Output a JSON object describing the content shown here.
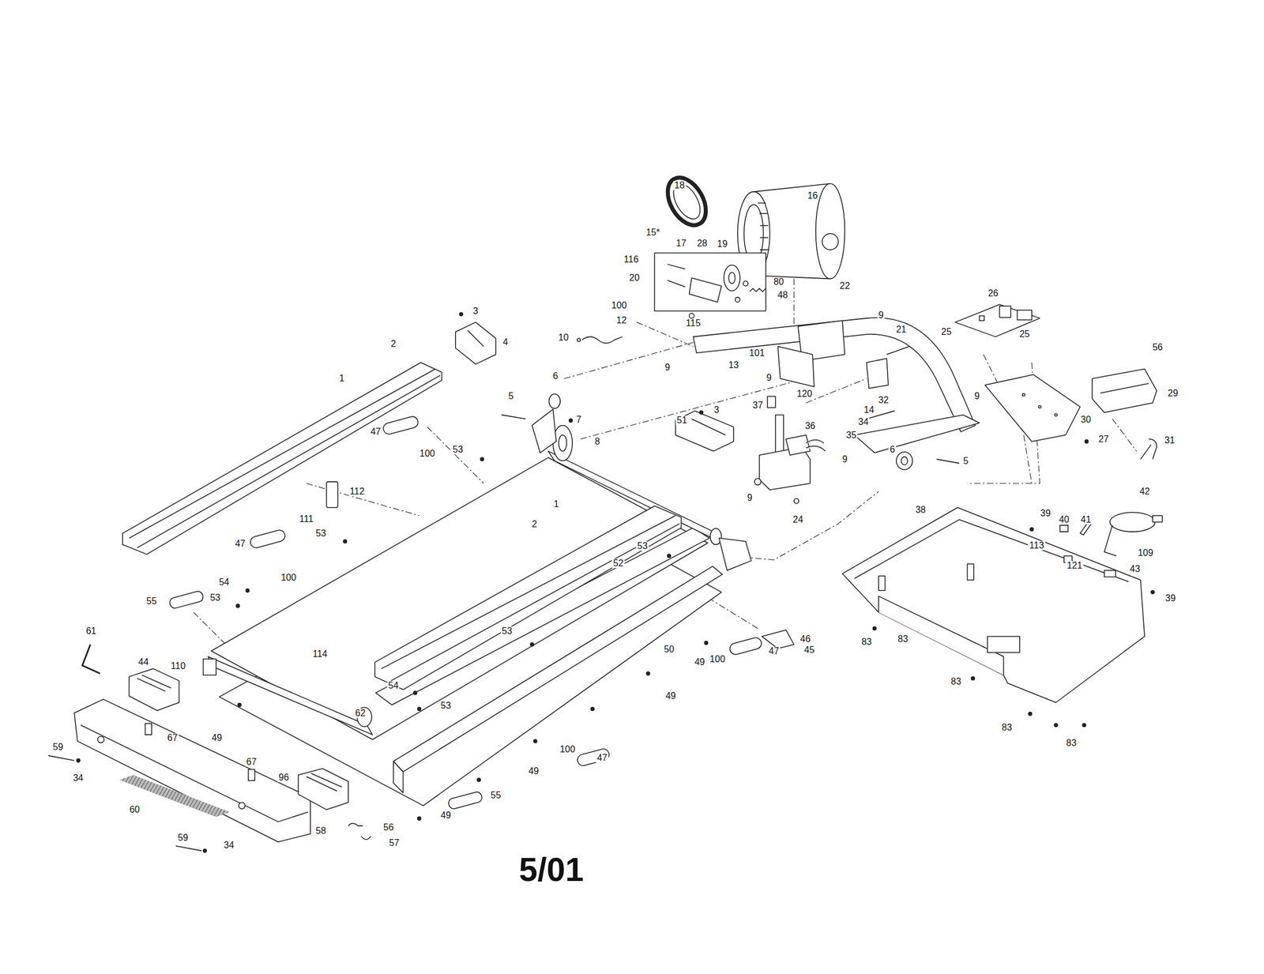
{
  "diagram": {
    "labels": [
      "18",
      "16",
      "15*",
      "17",
      "28",
      "19",
      "116",
      "20",
      "80",
      "48",
      "100",
      "12",
      "115",
      "101",
      "22",
      "9",
      "21",
      "26",
      "25",
      "25",
      "56",
      "3",
      "4",
      "10",
      "2",
      "1",
      "13",
      "9",
      "9",
      "120",
      "9",
      "29",
      "6",
      "5",
      "7",
      "8",
      "47",
      "100",
      "53",
      "37",
      "32",
      "14",
      "34",
      "36",
      "35",
      "3",
      "51",
      "30",
      "27",
      "31",
      "6",
      "9",
      "5",
      "9",
      "24",
      "112",
      "111",
      "53",
      "47",
      "100",
      "2",
      "1",
      "53",
      "52",
      "42",
      "38",
      "39",
      "40",
      "41",
      "113",
      "109",
      "121",
      "43",
      "39",
      "54",
      "53",
      "55",
      "114",
      "46",
      "45",
      "47",
      "100",
      "49",
      "50",
      "53",
      "110",
      "61",
      "44",
      "83",
      "83",
      "83",
      "49",
      "54",
      "53",
      "62",
      "67",
      "49",
      "47",
      "100",
      "83",
      "83",
      "59",
      "34",
      "67",
      "96",
      "49",
      "55",
      "60",
      "49",
      "58",
      "56",
      "57",
      "59",
      "34",
      "5/01"
    ]
  }
}
